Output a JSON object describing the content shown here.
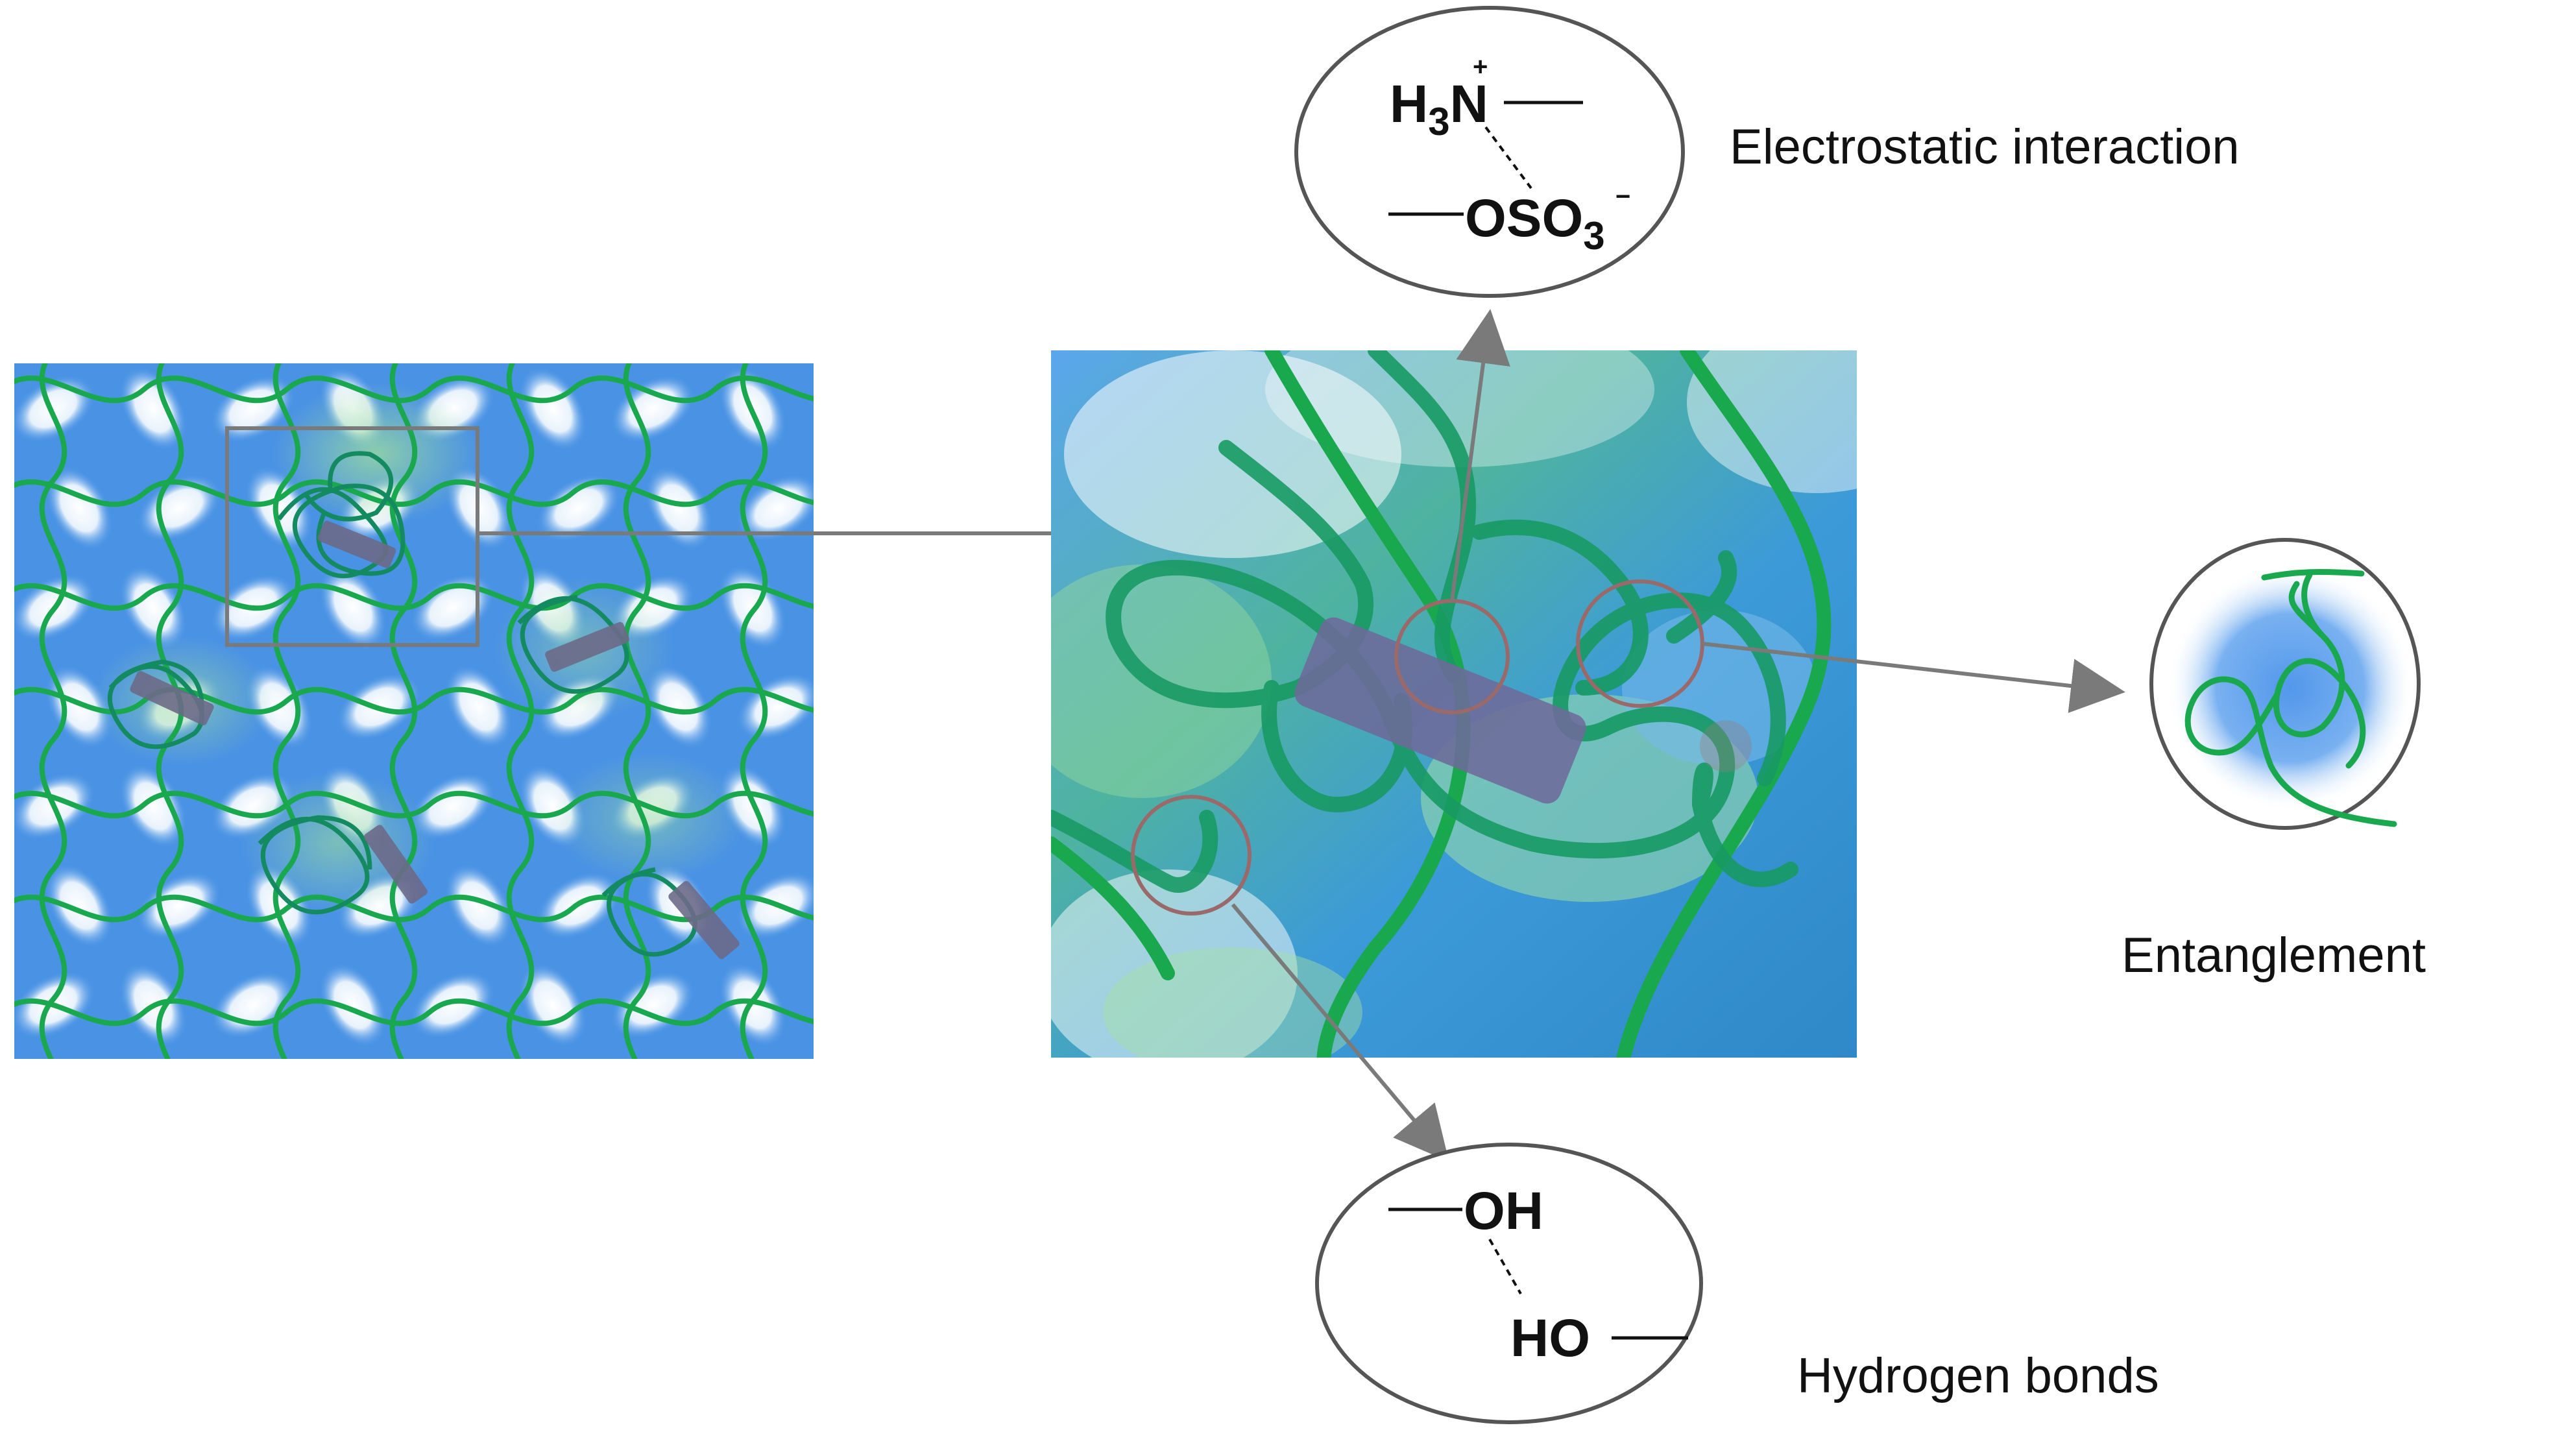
{
  "labels": {
    "electrostatic": "Electrostatic interaction",
    "entanglement": "Entanglement",
    "hydrogen": "Hydrogen bonds"
  },
  "chem": {
    "h3n_prefix": "H",
    "h3n_sub": "3",
    "h3n_n": "N",
    "plus": "+",
    "oso3": "OSO",
    "oso3_sub": "3",
    "minus": "−",
    "oh": "OH",
    "ho": "HO"
  },
  "colors": {
    "strand": "#1aa84e",
    "dark_strand": "#138a54",
    "crystal": "#6d6a88",
    "blue": "#3d8fe0",
    "arrow": "#7a7a7a",
    "circle_stroke": "#9a6a6a"
  }
}
